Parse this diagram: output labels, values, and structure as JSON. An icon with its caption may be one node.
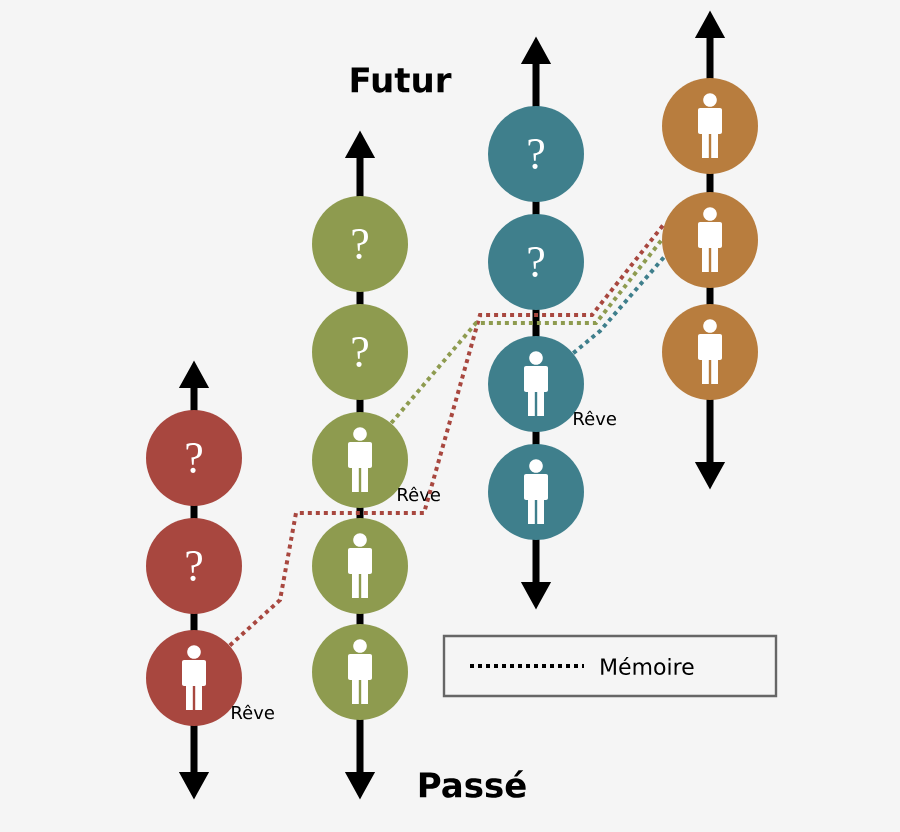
{
  "diagram": {
    "nodes": [
      {
        "text": [
          "?"
        ]
      },
      {
        "text": [
          "?"
        ]
      },
      {
        "text": [],
        "shape": "circle",
        "beside": [
          "Rêve"
        ]
      },
      {
        "text": [
          "?"
        ]
      },
      {
        "text": [
          "?"
        ]
      },
      {
        "text": [],
        "shape": "circle",
        "beside": [
          "Rêve"
        ]
      },
      {
        "text": [],
        "shape": "circle"
      },
      {
        "text": [],
        "shape": "circle"
      },
      {
        "text": [
          "?"
        ]
      },
      {
        "text": [
          "?"
        ]
      },
      {
        "text": [],
        "shape": "circle",
        "beside": [
          "Rêve"
        ]
      },
      {
        "text": [],
        "shape": "circle"
      },
      {
        "text": [],
        "shape": "circle"
      },
      {
        "text": [],
        "shape": "circle"
      },
      {
        "text": [],
        "shape": "circle"
      }
    ],
    "edges": [
      {
        "from": 2,
        "to": 13,
        "arrow": "none",
        "style": "dashed",
        "color": "#a8473f"
      },
      {
        "from": 5,
        "to": 13,
        "arrow": "none",
        "style": "dashed",
        "color": "#8e9b4f"
      },
      {
        "from": 10,
        "to": 13,
        "arrow": "none",
        "style": "dashed",
        "color": "#3f7f8c"
      }
    ],
    "labels": [
      "Futur",
      "Passé"
    ],
    "legend": [
      {
        "text": "Mémoire"
      }
    ]
  }
}
